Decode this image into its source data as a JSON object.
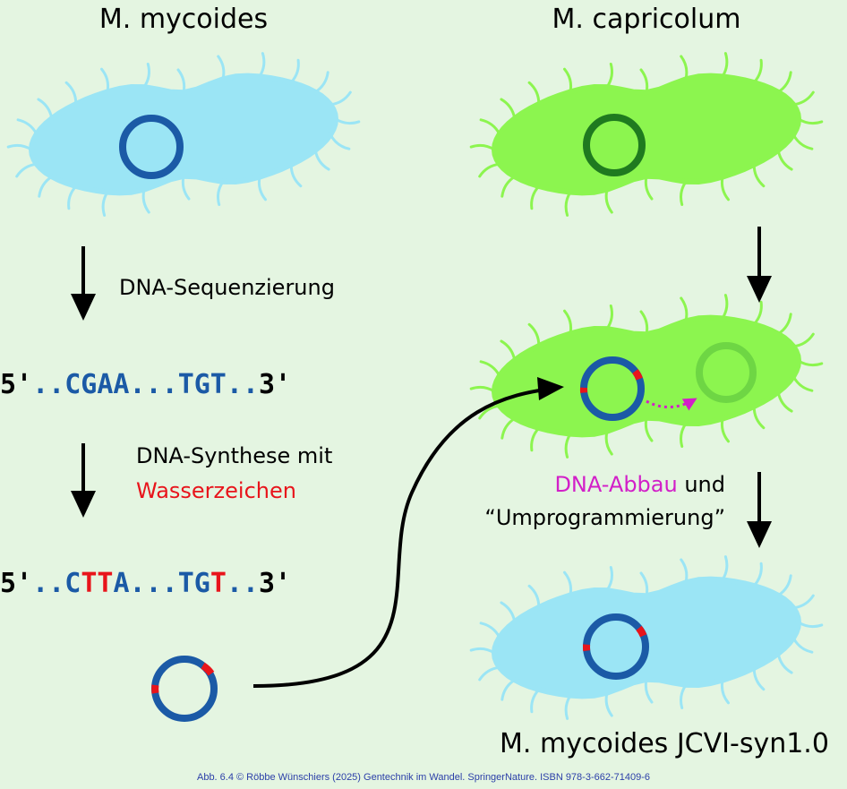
{
  "labels": {
    "mycoides": "M. mycoides",
    "capricolum": "M. capricolum",
    "sequencing": "DNA-Sequenzierung",
    "synthesis_line1": "DNA-Synthese mit",
    "synthesis_line2": "Wasserzeichen",
    "degradation_part1": "DNA-Abbau",
    "degradation_part2": " und",
    "reprogramming": "“Umprogrammierung”",
    "syn": "M. mycoides JCVI-syn1.0"
  },
  "sequence_original": {
    "prime5": "5'",
    "dots1": "..",
    "codon1": "CGAA",
    "dots2": "...",
    "codon2": "TGT",
    "dots3": "..",
    "prime3": "3'"
  },
  "sequence_watermarked": {
    "prime5": "5'",
    "dots1": "..",
    "c": "C",
    "tt": "TT",
    "a": "A",
    "dots2": "...",
    "tg": "TG",
    "t": "T",
    "dots3": "..",
    "prime3": "3'"
  },
  "caption": "Abb. 6.4 © Röbbe Wünschiers (2025) Gentechnik im Wandel. SpringerNature. ISBN 978-3-662-71409-6",
  "colors": {
    "background": "#e4f5e1",
    "mycoides_cell": "#9be5f5",
    "capricolum_cell": "#8cf54f",
    "dna_blue": "#1b5aa6",
    "dna_dark_green": "#1f7a1f",
    "dna_degraded": "#6ed644",
    "watermark_red": "#e8141b",
    "magenta": "#d21fc8",
    "arrow": "#000000"
  }
}
